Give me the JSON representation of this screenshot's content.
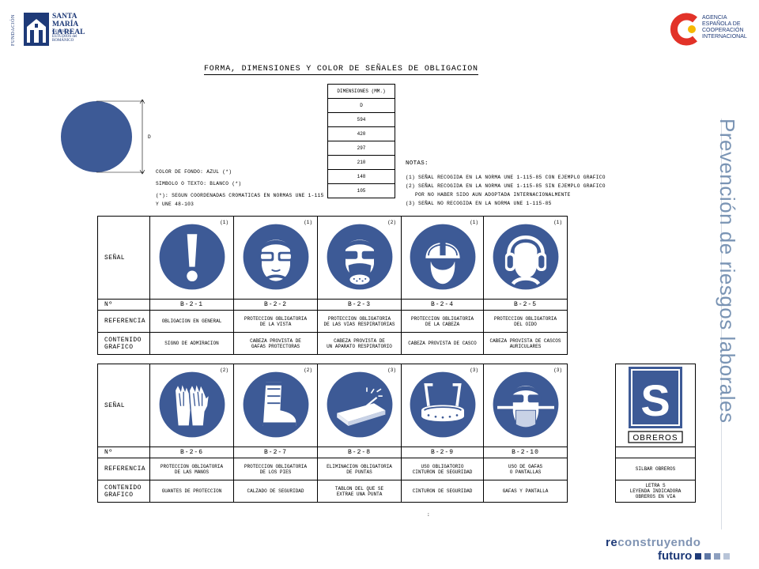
{
  "header": {
    "left_logo": {
      "vertical": "FUNDACIÓN",
      "name_lines": [
        "SANTA MARÍA",
        "LA REAL"
      ],
      "sub_lines": [
        "CENTRO de",
        "ESTUDIOS del",
        "ROMÁNICO"
      ]
    },
    "right_logo": {
      "lines": [
        "AGENCIA",
        "ESPAÑOLA DE",
        "COOPERACIÓN",
        "INTERNACIONAL"
      ]
    }
  },
  "side_title": "Prevención de riesgos laborales",
  "document": {
    "title": "FORMA, DIMENSIONES Y COLOR DE SEÑALES DE OBLIGACION",
    "dim_label": "D",
    "color_lines": [
      "COLOR DE FONDO: AZUL (*)",
      "SIMBOLO O TEXTO: BLANCO (*)"
    ],
    "footnote_lines": [
      "(*): SEGUN COORDENADAS CROMATICAS EN NORMAS UNE 1-115",
      "Y UNE 48-103"
    ],
    "dimensions_table": {
      "header": "DIMENSIONES (mm.)",
      "rows": [
        "D",
        "594",
        "420",
        "297",
        "210",
        "148",
        "105"
      ]
    },
    "notes_title": "NOTAS:",
    "notes": [
      "(1) SEÑAL RECOGIDA EN LA NORMA UNE 1-115-85 CON EJEMPLO GRAFICO",
      "(2) SEÑAL RECOGIDA EN LA NORMA UNE 1-115-85 SIN EJEMPLO GRAFICO",
      "POR NO HABER SIDO AUN ADOPTADA INTERNACIONALMENTE",
      "(3) SEÑAL NO RECOGIDA EN LA NORMA UNE 1-115-85"
    ],
    "row_labels": {
      "senal": "SEÑAL",
      "numero": "Nº",
      "referencia": "REFERENCIA",
      "contenido": [
        "CONTENIDO",
        "GRAFICO"
      ]
    },
    "table1": [
      {
        "note": "(1)",
        "icon": "exclamation-icon",
        "num": "B-2-1",
        "ref": [
          "OBLIGACION EN GENERAL"
        ],
        "content": [
          "SIGNO DE ADMIRACION"
        ]
      },
      {
        "note": "(1)",
        "icon": "safety-glasses-icon",
        "num": "B-2-2",
        "ref": [
          "PROTECCION OBLIGATORIA",
          "DE LA VISTA"
        ],
        "content": [
          "CABEZA PROVISTA DE",
          "GAFAS PROTECTORAS"
        ]
      },
      {
        "note": "(2)",
        "icon": "respirator-icon",
        "num": "B-2-3",
        "ref": [
          "PROTECCION OBLIGATORIA",
          "DE LAS VIAS RESPIRATORIAS"
        ],
        "content": [
          "CABEZA PROVISTA DE",
          "UN APARATO RESPIRATORIO"
        ]
      },
      {
        "note": "(1)",
        "icon": "hard-hat-icon",
        "num": "B-2-4",
        "ref": [
          "PROTECCION OBLIGATORIA",
          "DE LA CABEZA"
        ],
        "content": [
          "CABEZA PROVISTA DE CASCO"
        ]
      },
      {
        "note": "(1)",
        "icon": "ear-protection-icon",
        "num": "B-2-5",
        "ref": [
          "PROTECCION OBLIGATORIA",
          "DEL OIDO"
        ],
        "content": [
          "CABEZA PROVISTA DE CASCOS",
          "AURICULARES"
        ]
      }
    ],
    "table2": [
      {
        "note": "(2)",
        "icon": "gloves-icon",
        "num": "B-2-6",
        "ref": [
          "PROTECCION OBLIGATORIA",
          "DE LAS MANOS"
        ],
        "content": [
          "GUANTES DE PROTECCION"
        ]
      },
      {
        "note": "(2)",
        "icon": "boot-icon",
        "num": "B-2-7",
        "ref": [
          "PROTECCION OBLIGATORIA",
          "DE LOS PIES"
        ],
        "content": [
          "CALZADO DE SEGURIDAD"
        ]
      },
      {
        "note": "(3)",
        "icon": "nail-plank-icon",
        "num": "B-2-8",
        "ref": [
          "ELIMINACION OBLIGATORIA",
          "DE PUNTAS"
        ],
        "content": [
          "TABLON DEL QUE SE",
          "EXTRAE UNA PUNTA"
        ]
      },
      {
        "note": "(3)",
        "icon": "safety-belt-icon",
        "num": "B-2-9",
        "ref": [
          "USO OBLIGATORIO",
          "CINTURON DE SEGURIDAD"
        ],
        "content": [
          "CINTURON DE SEGURIDAD"
        ]
      },
      {
        "note": "(3)",
        "icon": "face-shield-icon",
        "num": "B-2-10",
        "ref": [
          "USO DE GAFAS",
          "O PANTALLAS"
        ],
        "content": [
          "GAFAS Y PANTALLA"
        ]
      }
    ],
    "obreros": {
      "letter": "S",
      "caption": "OBREROS",
      "ref": "SILBAR OBREROS",
      "content": [
        "LETRA S",
        "LEYENDA INDICADORA",
        "OBREROS EN VIA"
      ]
    },
    "page_mark": ":"
  },
  "brand": {
    "line1_bold": "re",
    "line1_rest": "construyendo",
    "line2": "futuro"
  },
  "colors": {
    "sign_blue": "#3d5a96",
    "brand_navy": "#1e3a78",
    "brand_light": "#7f93b3",
    "side_title": "#7a94b4",
    "logo_red": "#e23228",
    "logo_yellow": "#f5b800"
  }
}
